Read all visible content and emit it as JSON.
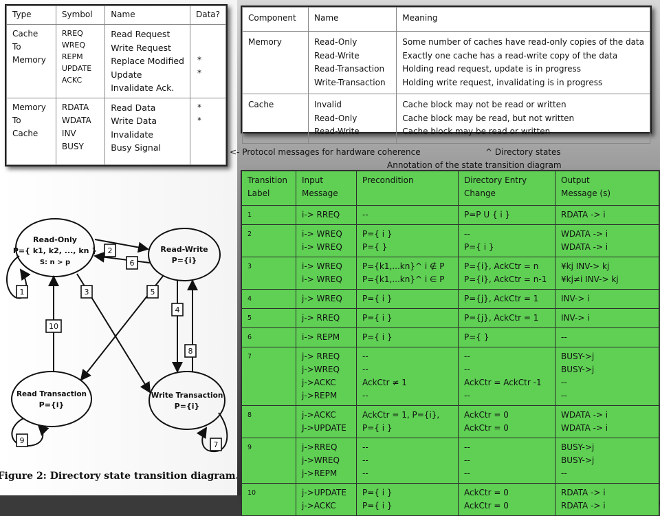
{
  "msg_table": {
    "headers": [
      "Type",
      "Symbol",
      "Name",
      "Data?"
    ],
    "rows": [
      {
        "type": [
          "Cache",
          "To",
          "Memory"
        ],
        "symbols": [
          "RREQ",
          "WREQ",
          "REPM",
          "UPDATE",
          "ACKC"
        ],
        "names": [
          "Read Request",
          "Write Request",
          "Replace Modified",
          "Update",
          "Invalidate Ack."
        ],
        "data": [
          "*",
          "*"
        ]
      },
      {
        "type": [
          "Memory",
          "To",
          "Cache"
        ],
        "symbols": [
          "RDATA",
          "WDATA",
          "INV",
          "BUSY"
        ],
        "names": [
          "Read Data",
          "Write Data",
          "Invalidate",
          "Busy Signal"
        ],
        "data": [
          "*",
          "*"
        ]
      }
    ]
  },
  "state_table": {
    "headers": [
      "Component",
      "Name",
      "Meaning"
    ],
    "rows": [
      {
        "component": "Memory",
        "names": [
          "Read-Only",
          "Read-Write",
          "Read-Transaction",
          "Write-Transaction"
        ],
        "meanings": [
          "Some number of caches have read-only copies of the data",
          "Exactly one cache has a read-write copy of the data",
          "Holding read request, update is  in progress",
          "Holding write request, invalidating is in progress"
        ]
      },
      {
        "component": "Cache",
        "names": [
          "Invalid",
          "Read-Only",
          "Read-Write"
        ],
        "meanings": [
          "Cache block may not be read or written",
          "Cache block may be read, but not written",
          "Cache block may be read or written"
        ]
      }
    ]
  },
  "captions": {
    "protocol": "<-  Protocol messages for hardware coherence",
    "dir_states": "^ Directory states",
    "annotation": "Annotation  of the state transition diagram"
  },
  "transition_table": {
    "headers": [
      [
        "Transition",
        "Label"
      ],
      [
        "Input",
        "Message"
      ],
      [
        "Precondition"
      ],
      [
        "Directory Entry",
        "Change"
      ],
      [
        "Output",
        "Message (s)"
      ]
    ],
    "rows": [
      {
        "label": "1",
        "input": [
          "i-> RREQ"
        ],
        "pre": [
          "       --"
        ],
        "change": [
          "P=P U { i }"
        ],
        "output": [
          "RDATA -> i"
        ]
      },
      {
        "label": "2",
        "input": [
          "i-> WREQ",
          "i-> WREQ"
        ],
        "pre": [
          "P={ i }",
          "P={ }"
        ],
        "change": [
          "--",
          "P={ i }"
        ],
        "output": [
          "WDATA -> i",
          "WDATA -> i"
        ]
      },
      {
        "label": "3",
        "input": [
          "i-> WREQ",
          "i-> WREQ"
        ],
        "pre": [
          "P={k1,...kn}^ i ∉ P",
          "P={k1,...kn}^ i ∈ P"
        ],
        "change": [
          "P={i}, AckCtr = n",
          "P={i}, AckCtr = n-1"
        ],
        "output": [
          "¥kj INV-> kj",
          "¥kj≠i INV-> kj"
        ]
      },
      {
        "label": "4",
        "input": [
          "j-> WREQ"
        ],
        "pre": [
          "P={ i }"
        ],
        "change": [
          "P={j}, AckCtr = 1"
        ],
        "output": [
          "INV-> i"
        ]
      },
      {
        "label": "5",
        "input": [
          "j-> RREQ"
        ],
        "pre": [
          "P={ i }"
        ],
        "change": [
          "P={j}, AckCtr = 1"
        ],
        "output": [
          "INV-> i"
        ]
      },
      {
        "label": "6",
        "input": [
          "i-> REPM"
        ],
        "pre": [
          "P={ i }"
        ],
        "change": [
          "P={ }"
        ],
        "output": [
          "--"
        ]
      },
      {
        "label": "7",
        "input": [
          "j-> RREQ",
          "j->WREQ",
          "j->ACKC",
          "j->REPM"
        ],
        "pre": [
          "--",
          "--",
          "AckCtr ≠ 1",
          "--"
        ],
        "change": [
          "--",
          "--",
          "AckCtr = AckCtr -1",
          "--"
        ],
        "output": [
          "BUSY->j",
          "BUSY->j",
          "--",
          "--"
        ]
      },
      {
        "label": "8",
        "input": [
          "j->ACKC",
          "J->UPDATE"
        ],
        "pre": [
          "AckCtr = 1, P={i},",
          "P={ i }"
        ],
        "change": [
          "AckCtr = 0",
          "AckCtr = 0"
        ],
        "output": [
          "WDATA -> i",
          "WDATA -> i"
        ]
      },
      {
        "label": "9",
        "input": [
          "j->RREQ",
          "j->WREQ",
          "j->REPM"
        ],
        "pre": [
          "--",
          "--",
          "--"
        ],
        "change": [
          "--",
          "--",
          "--"
        ],
        "output": [
          "BUSY->j",
          "BUSY->j",
          "--"
        ]
      },
      {
        "label": "10",
        "input": [
          "j->UPDATE",
          "j->ACKC"
        ],
        "pre": [
          "P={ i }",
          "P={ i }"
        ],
        "change": [
          "AckCtr = 0",
          "AckCtr = 0"
        ],
        "output": [
          "RDATA -> i",
          "RDATA -> i"
        ]
      }
    ]
  },
  "diagram": {
    "states": [
      {
        "name": "Read-Only",
        "sub": "P={ k1, k2, ..., kn }",
        "sub2": "S: n > p"
      },
      {
        "name": "Read-Write",
        "sub": "P={i}"
      },
      {
        "name": "Read Transaction",
        "sub": "P={i}"
      },
      {
        "name": "Write Transaction",
        "sub": "P={i}"
      }
    ],
    "labels": [
      "1",
      "2",
      "3",
      "4",
      "5",
      "6",
      "7",
      "8",
      "9",
      "10"
    ],
    "caption": "Figure 2:  Directory state transition diagram."
  }
}
